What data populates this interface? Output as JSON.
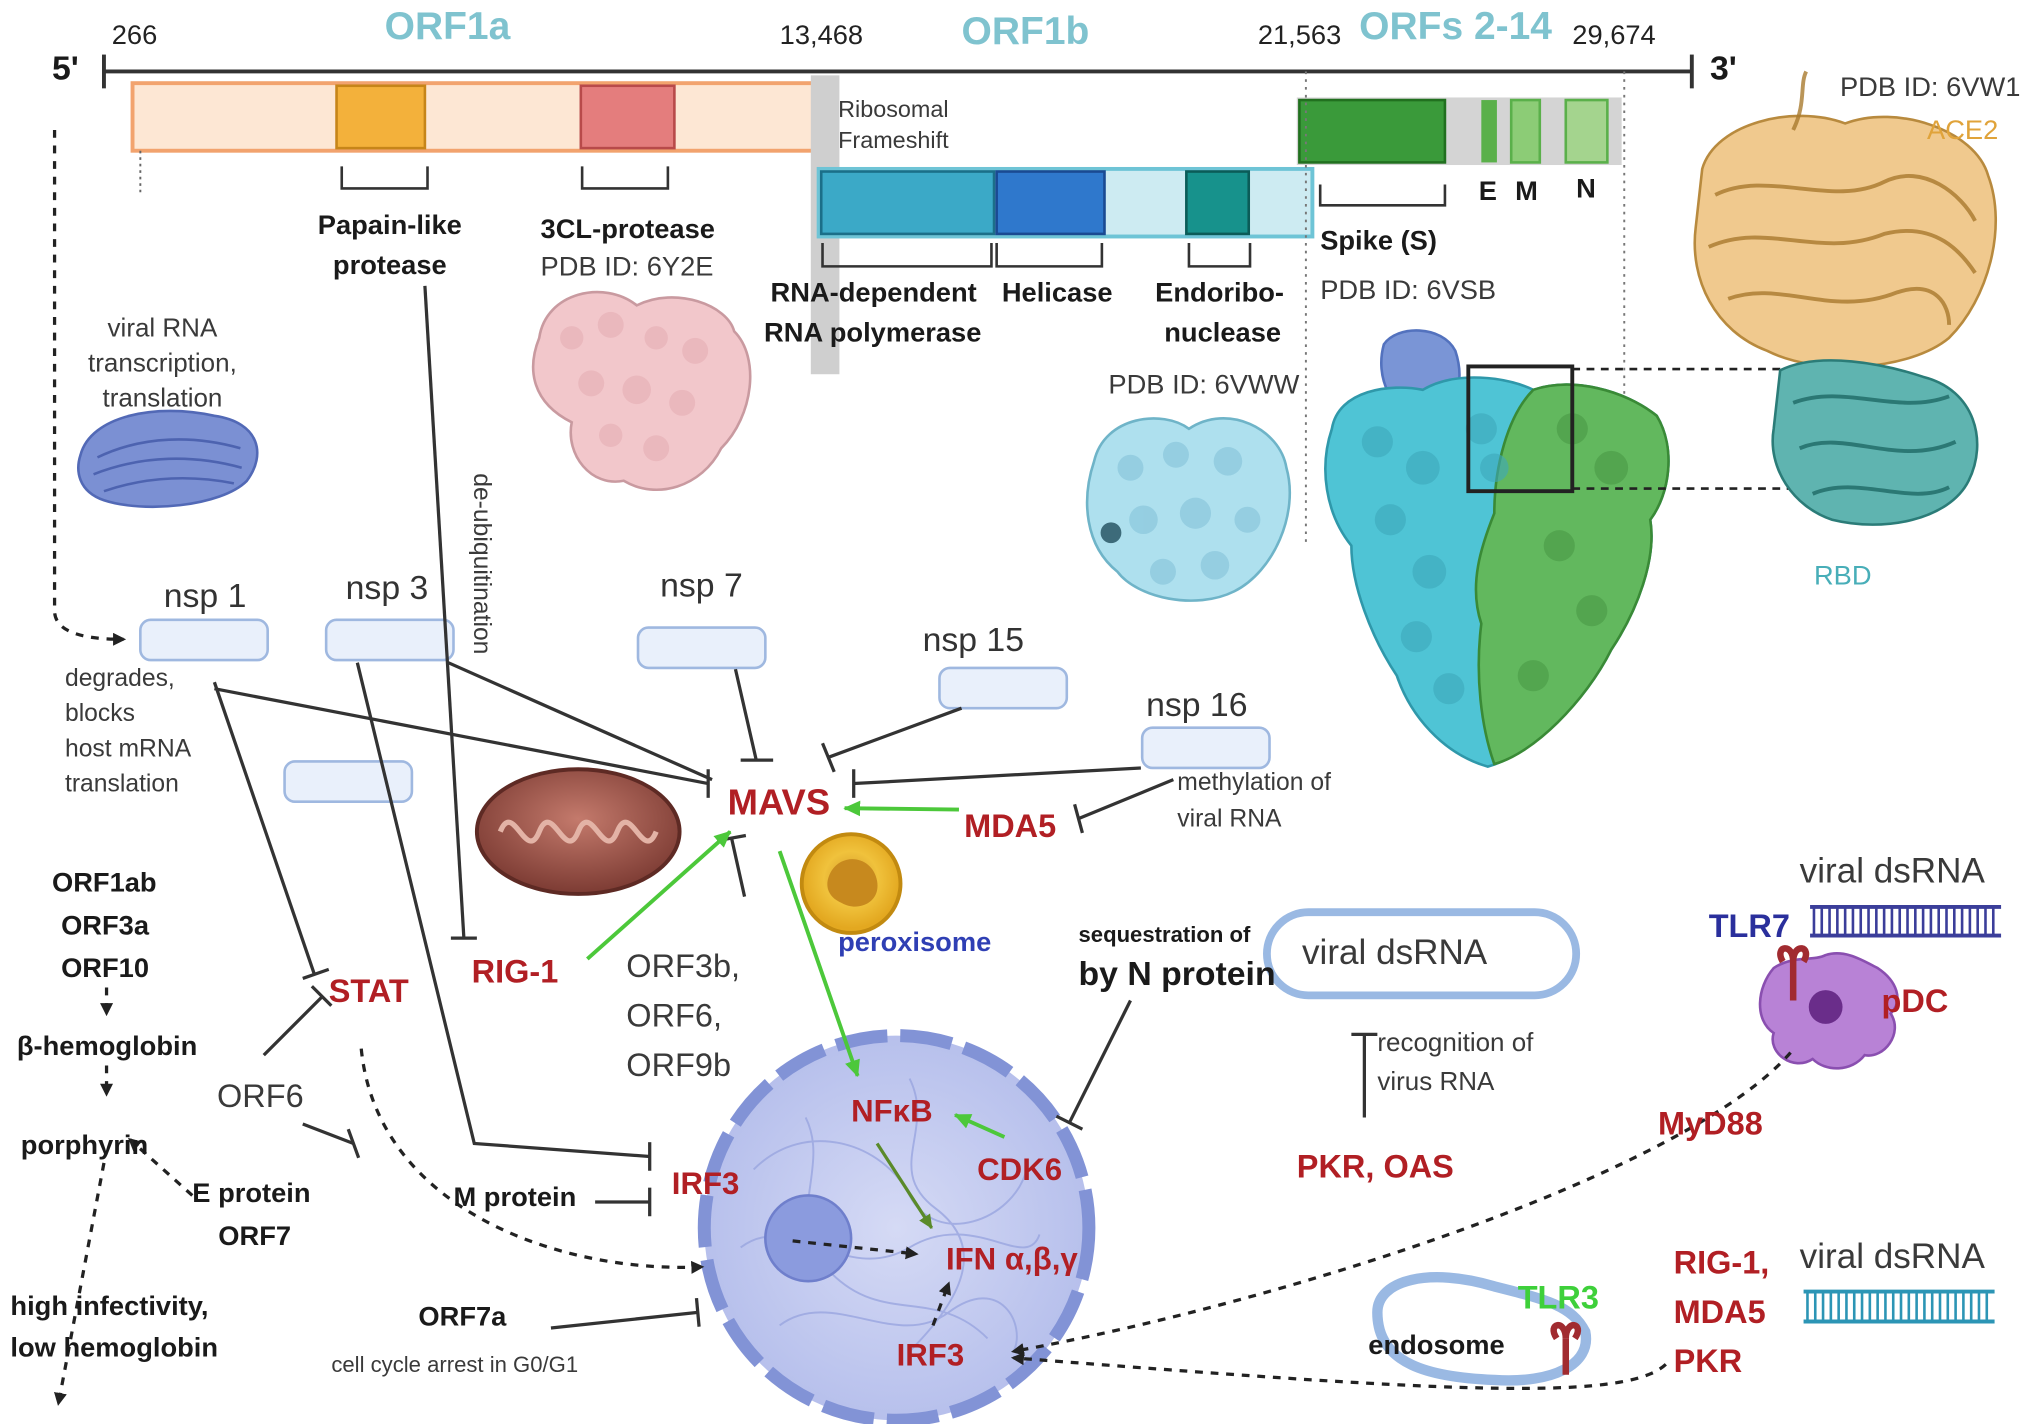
{
  "genome": {
    "five_prime": "5'",
    "three_prime": "3'",
    "ticks": [
      "266",
      "13,468",
      "21,563",
      "29,674"
    ],
    "regions": [
      "ORF1a",
      "ORF1b",
      "ORFs 2-14"
    ],
    "frameshift": [
      "Ribosomal",
      "Frameshift"
    ],
    "structural_genes": [
      "E",
      "M",
      "N"
    ]
  },
  "proteins": {
    "papain_like": [
      "Papain-like",
      "protease"
    ],
    "cl3_protease": "3CL-protease",
    "cl3_pdb": "PDB ID: 6Y2E",
    "rdrp": [
      "RNA-dependent",
      "RNA polymerase"
    ],
    "helicase": "Helicase",
    "endoribonuclease": [
      "Endoribo-",
      "nuclease"
    ],
    "endo_pdb": "PDB ID: 6VWW",
    "spike": "Spike (S)",
    "spike_pdb": "PDB ID: 6VSB",
    "ace2_pdb": "PDB ID: 6VW1",
    "ace2": "ACE2",
    "rbd": "RBD"
  },
  "host": {
    "er_label": [
      "viral RNA",
      "transcription,",
      "translation"
    ],
    "deubiquitination": "de-ubiquitination",
    "nsp_labels": [
      "nsp 1",
      "nsp 3",
      "nsp 7",
      "nsp 15",
      "nsp 16"
    ],
    "nsp1_effect": [
      "degrades,",
      "blocks",
      "host mRNA",
      "translation"
    ],
    "methylation": [
      "methylation of",
      "viral RNA"
    ],
    "mavs": "MAVS",
    "mda5": "MDA5",
    "rig1": "RIG-1",
    "stat": "STAT",
    "peroxisome": "peroxisome",
    "orf_group": [
      "ORF3b,",
      "ORF6,",
      "ORF9b"
    ],
    "orf1ab_list": [
      "ORF1ab",
      "ORF3a",
      "ORF10"
    ],
    "hemoglobin": "β-hemoglobin",
    "porphyrin": "porphyrin",
    "orf6": "ORF6",
    "e_protein": [
      "E protein",
      "ORF7"
    ],
    "outcome": [
      "high infectivity,",
      "low hemoglobin"
    ],
    "m_protein": "M protein",
    "orf7a": "ORF7a",
    "cell_cycle": "cell cycle arrest in G0/G1",
    "nfkb": "NFκB",
    "cdk6": "CDK6",
    "irf3": "IRF3",
    "ifn": "IFN α,β,γ",
    "irf3_lower": "IRF3",
    "sequestration": "sequestration of",
    "by_n_protein": "by N protein",
    "viral_dsrna": "viral dsRNA",
    "recognition": [
      "recognition  of",
      "virus RNA"
    ],
    "pkr_oas": "PKR, OAS",
    "tlr7": "TLR7",
    "pdc": "pDC",
    "myd88": "MyD88",
    "tlr3": "TLR3",
    "endosome": "endosome",
    "sensors": [
      "RIG-1,",
      "MDA5",
      "PKR"
    ],
    "viral_dsrna_top": "viral dsRNA",
    "viral_dsrna_bottom": "viral dsRNA"
  },
  "colors": {
    "inhibit_line": "#333333",
    "activate_arrow": "#4cc83a",
    "label_red": "#b11f24",
    "orf_label_teal": "#7fc3cf",
    "orf1a_fill": "#fde7d4",
    "orf1b_fill": "#cdebf2",
    "spike_green": "#3a9a3a"
  }
}
